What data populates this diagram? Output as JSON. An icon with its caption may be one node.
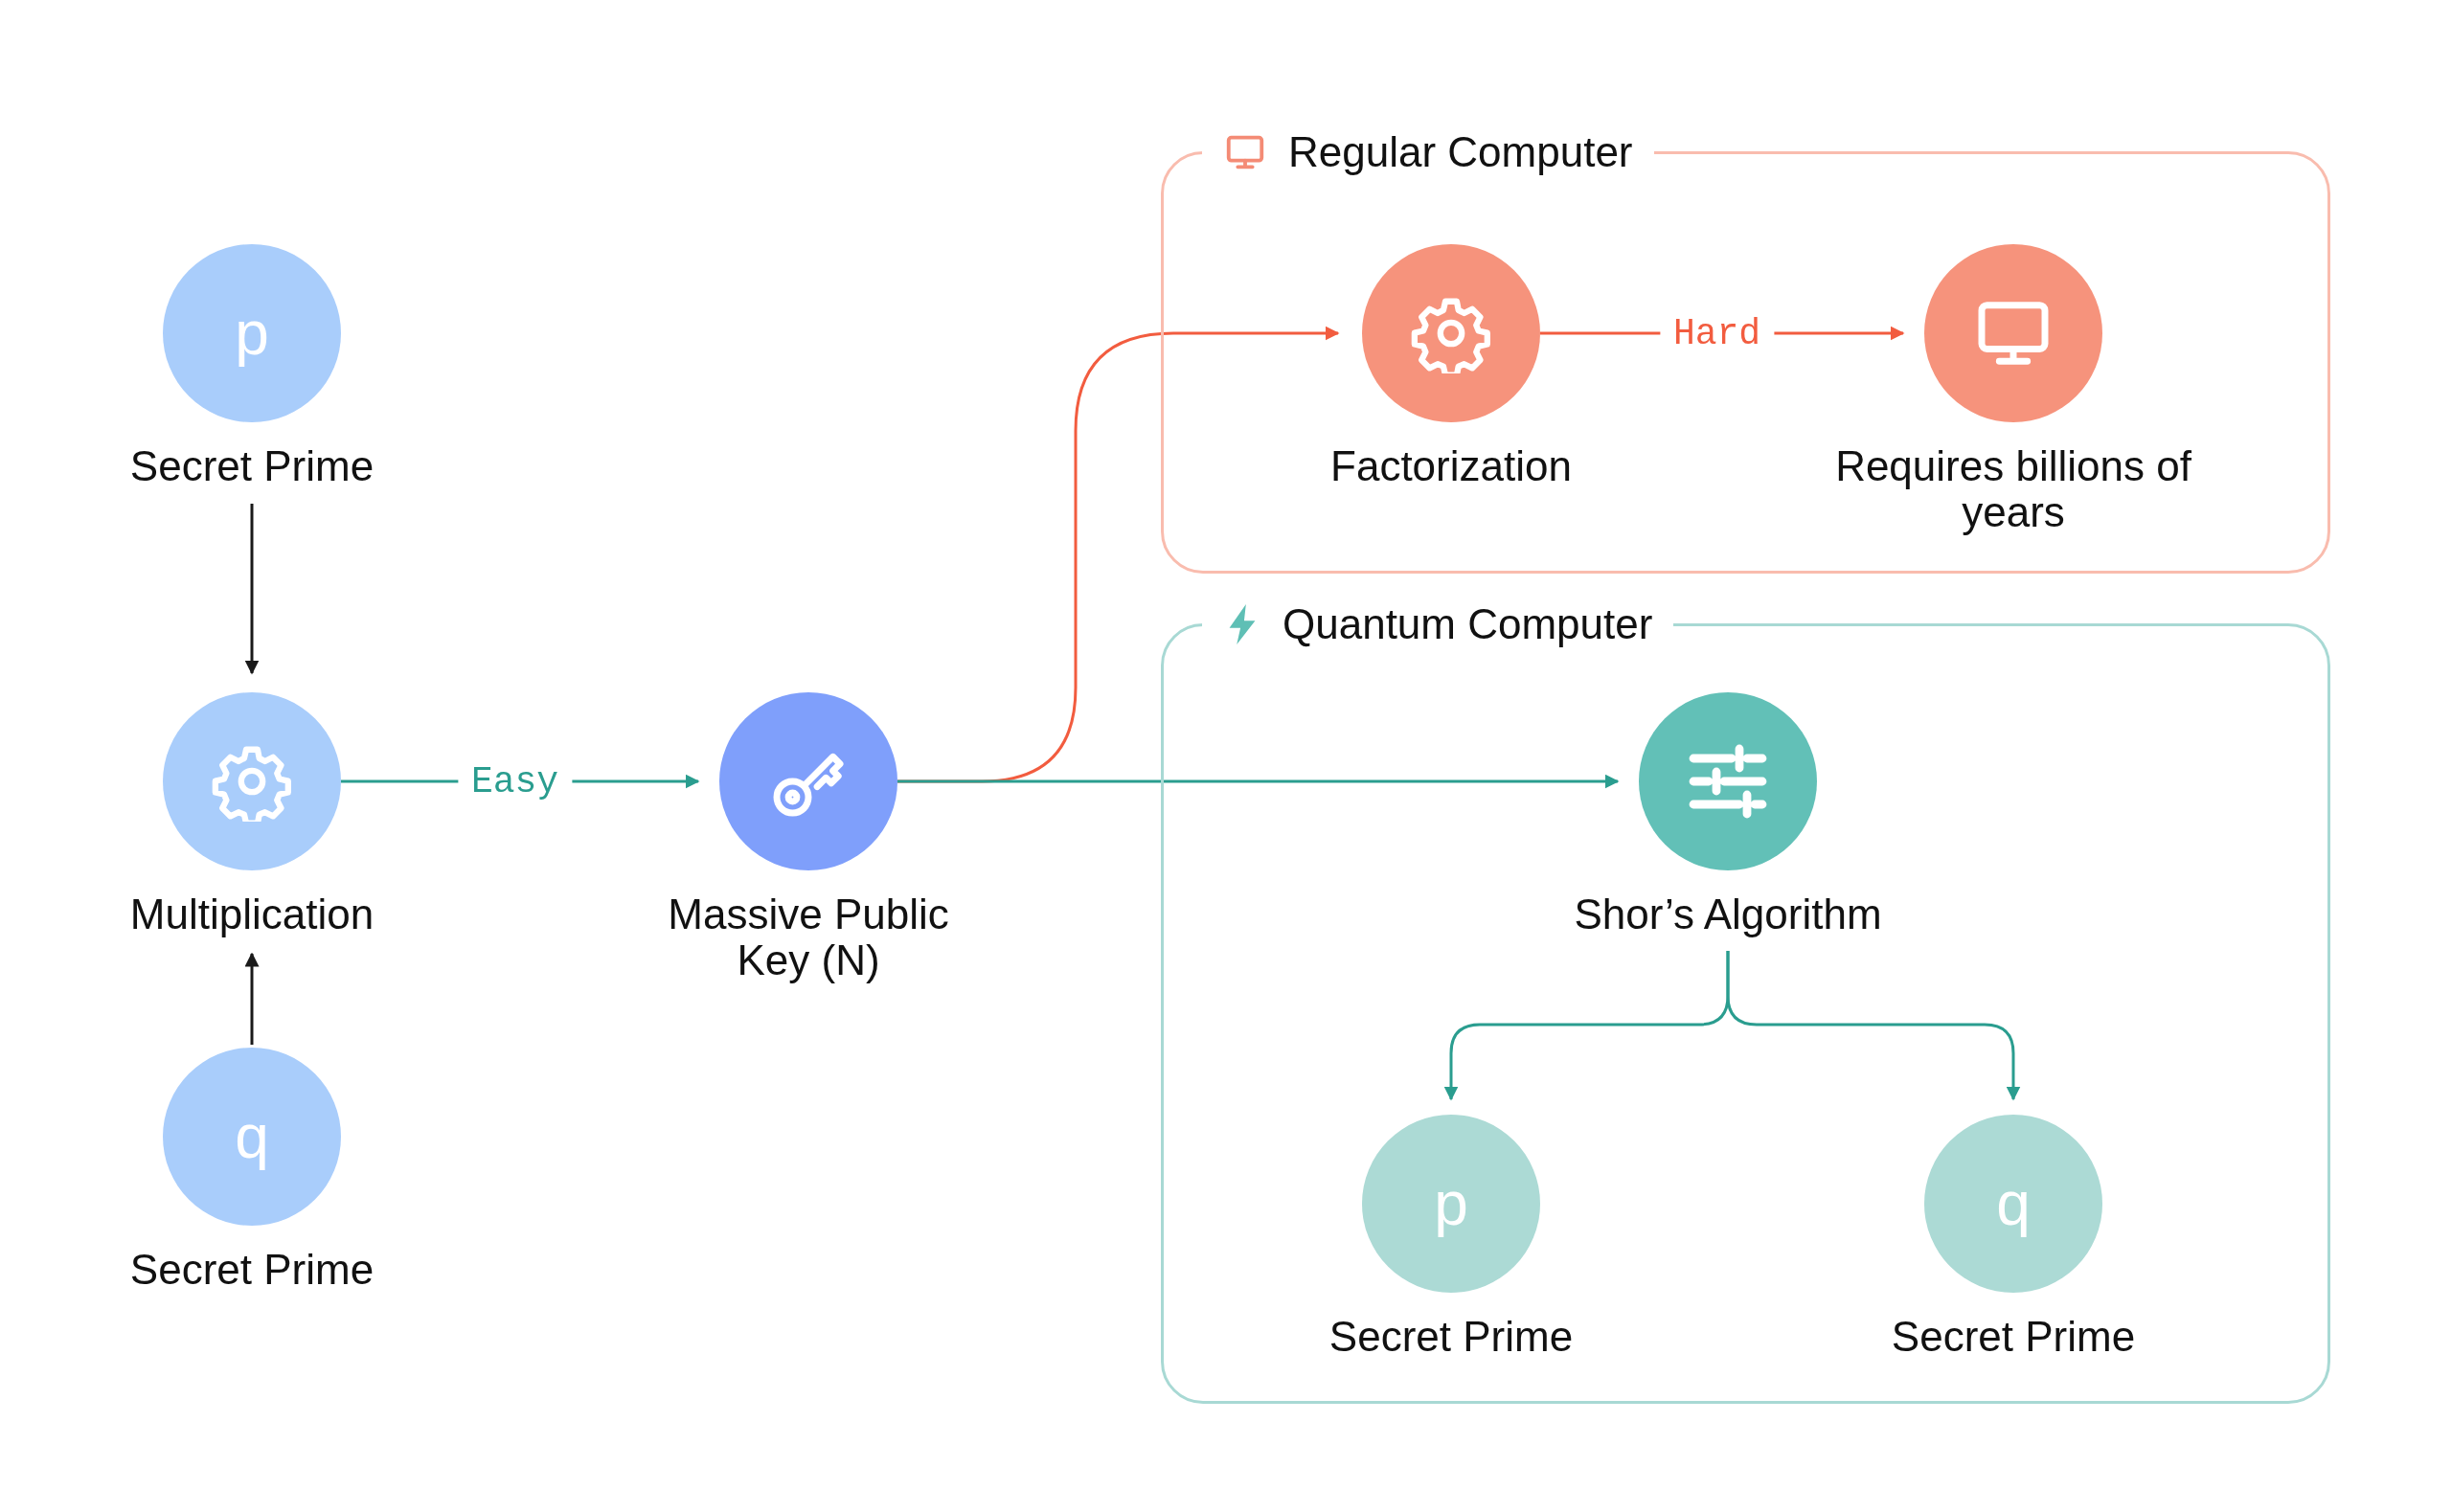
{
  "diagram": {
    "nodes": [
      {
        "text": [
          "p"
        ],
        "beside": [
          "Secret Prime"
        ]
      },
      {
        "text": [],
        "shape": "circle",
        "beside": [
          "Multiplication"
        ]
      },
      {
        "text": [
          "q"
        ],
        "beside": [
          "Secret Prime"
        ]
      },
      {
        "text": [],
        "shape": "circle",
        "beside": [
          "Massive Public Key (N)"
        ]
      },
      {
        "text": [
          "Regular Computer"
        ]
      },
      {
        "text": [],
        "shape": "circle",
        "beside": [
          "Factorization"
        ],
        "in": 4
      },
      {
        "text": [],
        "shape": "circle",
        "beside": [
          "Requires billions of years"
        ],
        "in": 4
      },
      {
        "text": [
          "Quantum Computer"
        ]
      },
      {
        "text": [],
        "shape": "circle",
        "beside": [
          "Shor’s Algorithm"
        ],
        "in": 7
      },
      {
        "text": [
          "p"
        ],
        "beside": [
          "Secret Prime"
        ],
        "in": 7
      },
      {
        "text": [
          "q"
        ],
        "beside": [
          "Secret Prime"
        ],
        "in": 7
      }
    ],
    "edges": [
      {
        "from": 0,
        "to": 1,
        "arrow": "to",
        "color": "#1a1a1a"
      },
      {
        "from": 2,
        "to": 1,
        "arrow": "to",
        "color": "#1a1a1a"
      },
      {
        "from": 1,
        "to": 3,
        "arrow": "to",
        "label": "Easy"
      },
      {
        "from": 3,
        "to": 5,
        "arrow": "to",
        "color": "#f25c3f"
      },
      {
        "from": 5,
        "to": 6,
        "arrow": "to",
        "label": "Hard",
        "color": "#f25c3f"
      },
      {
        "from": 3,
        "to": 8,
        "arrow": "to"
      },
      {
        "from": 8,
        "to": 9,
        "arrow": "to"
      },
      {
        "from": 8,
        "to": 10,
        "arrow": "to"
      }
    ]
  }
}
